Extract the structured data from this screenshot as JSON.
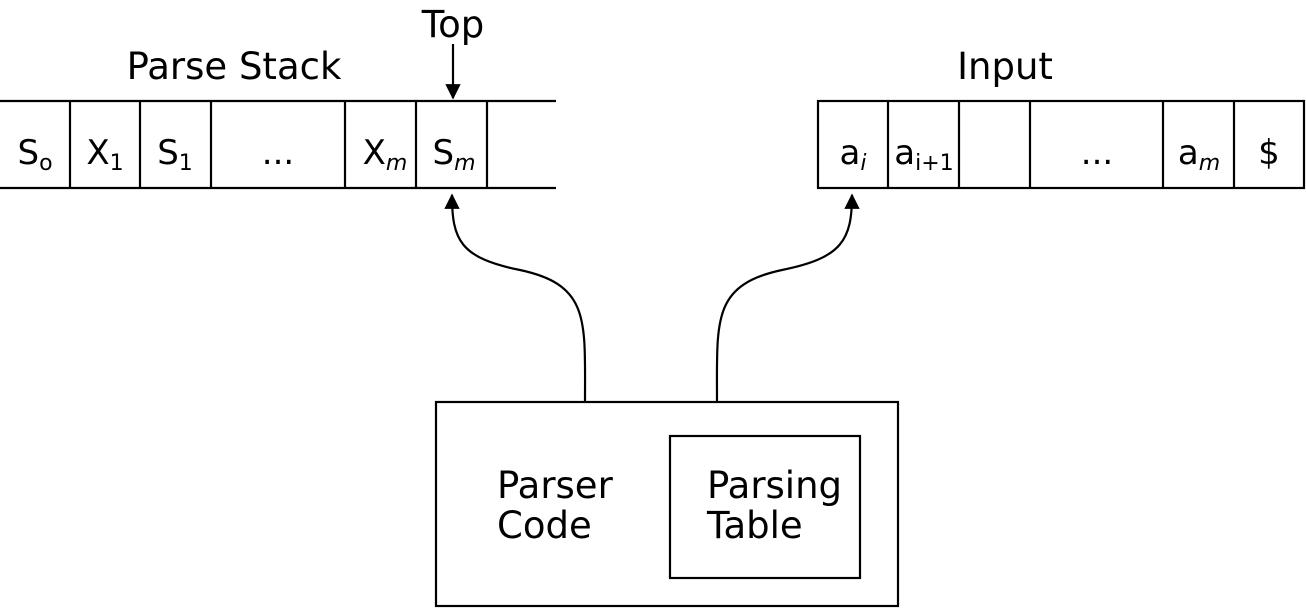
{
  "labels": {
    "parse_stack": "Parse Stack",
    "top": "Top",
    "input": "Input"
  },
  "stack_cells": [
    {
      "base": "S",
      "sub": "o",
      "sub_style": "normal"
    },
    {
      "base": "X",
      "sub": "1",
      "sub_style": "normal"
    },
    {
      "base": "S",
      "sub": "1",
      "sub_style": "normal"
    },
    {
      "base": "...",
      "sub": "",
      "sub_style": "normal"
    },
    {
      "base": "X",
      "sub": "m",
      "sub_style": "italic"
    },
    {
      "base": "S",
      "sub": "m",
      "sub_style": "italic"
    },
    {
      "base": "",
      "sub": "",
      "sub_style": "normal"
    }
  ],
  "input_cells": [
    {
      "base": "a",
      "sub": "i",
      "sub_style": "italic"
    },
    {
      "base": "a",
      "sub": "i+1",
      "sub_style": "mixed"
    },
    {
      "base": "",
      "sub": "",
      "sub_style": "normal"
    },
    {
      "base": "...",
      "sub": "",
      "sub_style": "normal"
    },
    {
      "base": "a",
      "sub": "m",
      "sub_style": "italic"
    },
    {
      "base": "$",
      "sub": "",
      "sub_style": "normal"
    }
  ],
  "parser": {
    "code_line1": "Parser",
    "code_line2": "Code",
    "table_line1": "Parsing",
    "table_line2": "Table"
  }
}
